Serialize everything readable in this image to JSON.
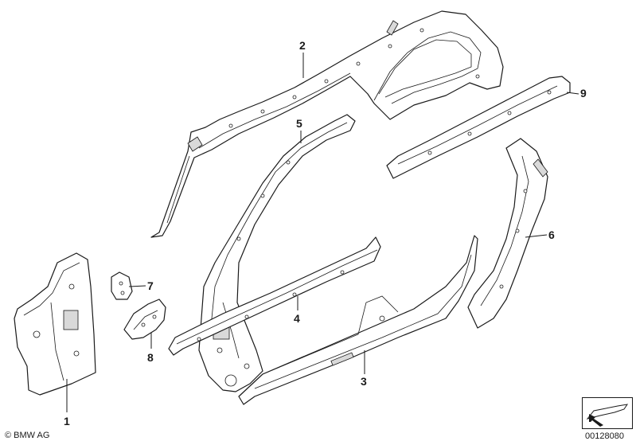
{
  "diagram": {
    "callouts": [
      {
        "id": "1",
        "label": "1"
      },
      {
        "id": "2",
        "label": "2"
      },
      {
        "id": "3",
        "label": "3"
      },
      {
        "id": "4",
        "label": "4"
      },
      {
        "id": "5",
        "label": "5"
      },
      {
        "id": "6",
        "label": "6"
      },
      {
        "id": "7",
        "label": "7"
      },
      {
        "id": "8",
        "label": "8"
      },
      {
        "id": "9",
        "label": "9"
      }
    ]
  },
  "footer": {
    "copyright": "© BMW AG",
    "reference_number": "00128080",
    "reference_icon": "car-reference-arrow-icon"
  },
  "colors": {
    "line": "#1a1a1a",
    "background": "#ffffff",
    "shade": "#d9d9d9"
  }
}
